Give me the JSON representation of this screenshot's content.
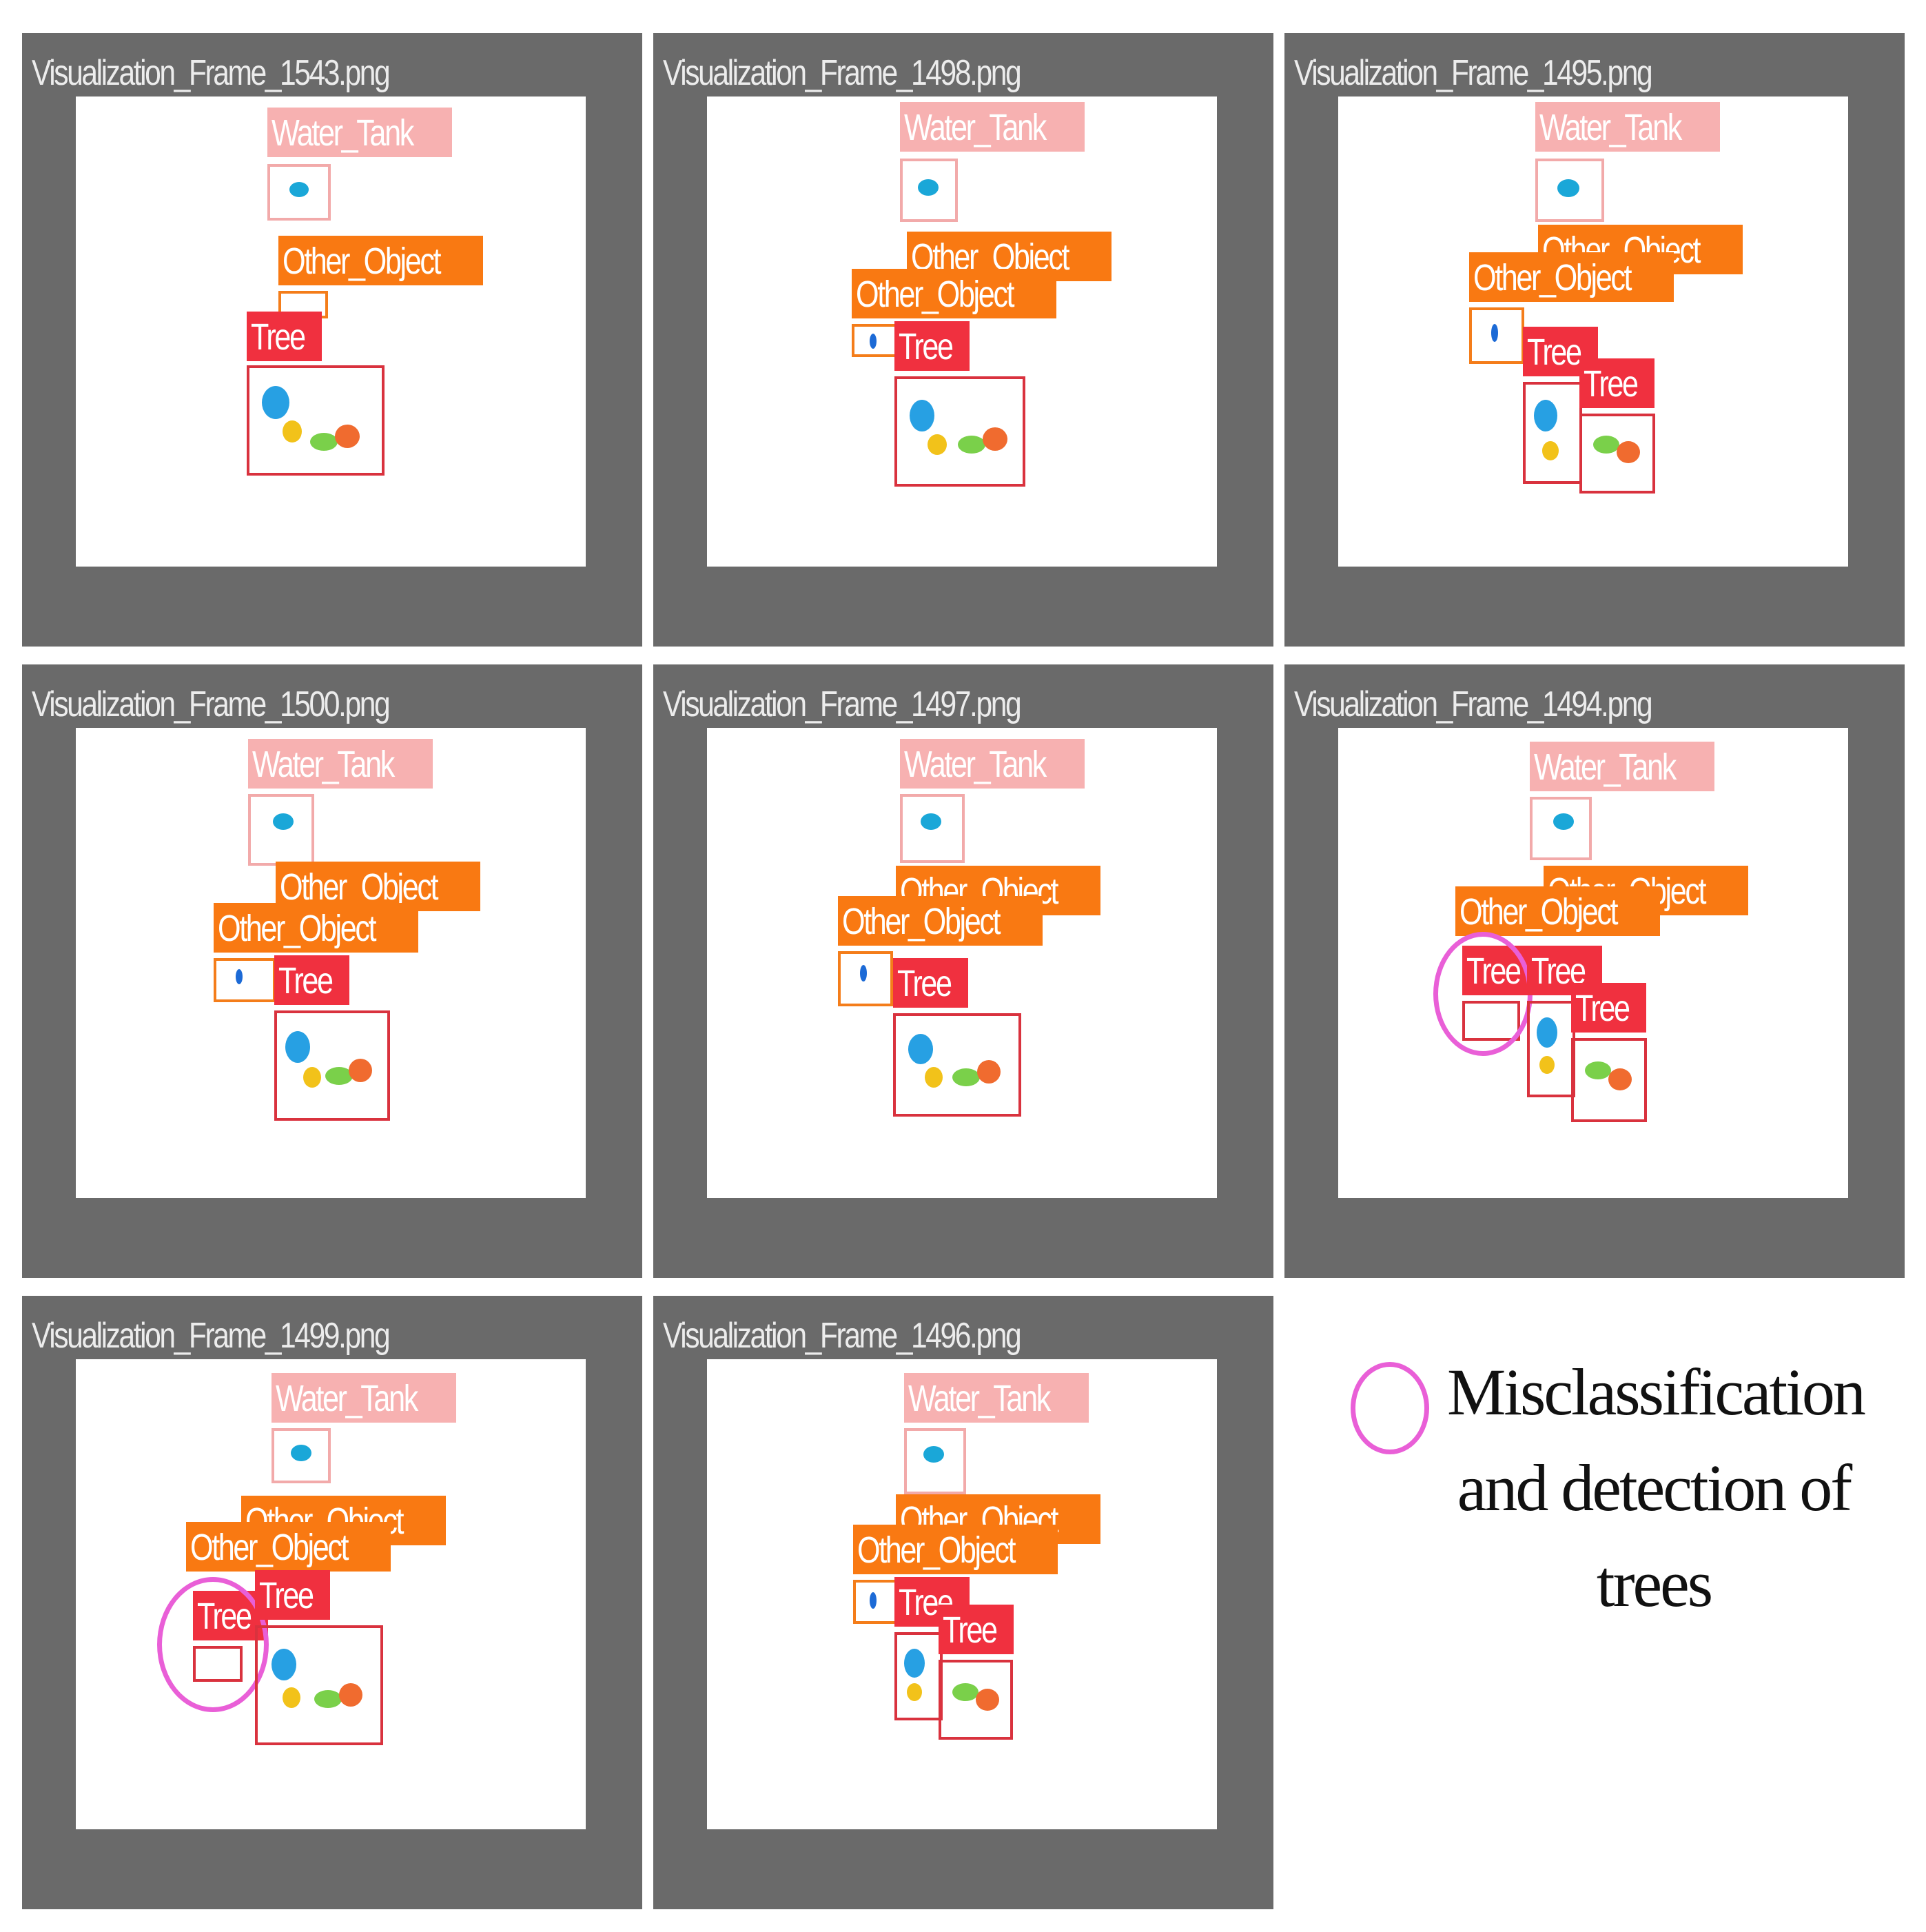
{
  "panels": [
    {
      "title": "Visualization_Frame_1543.png"
    },
    {
      "title": "Visualization_Frame_1498.png"
    },
    {
      "title": "Visualization_Frame_1495.png"
    },
    {
      "title": "Visualization_Frame_1500.png"
    },
    {
      "title": "Visualization_Frame_1497.png"
    },
    {
      "title": "Visualization_Frame_1494.png"
    },
    {
      "title": "Visualization_Frame_1499.png"
    },
    {
      "title": "Visualization_Frame_1496.png"
    }
  ],
  "labels": {
    "water_tank": "Water_Tank",
    "other_object": "Other_Object",
    "tree": "Tree"
  },
  "legend": {
    "text_line1": "Misclassification",
    "text_line2": "and detection of",
    "text_line3": "trees",
    "marker": "circle-marker"
  },
  "colors": {
    "panel_frame": "#6a6a6a",
    "water_tank": "#f7b1b1",
    "other_object": "#f97912",
    "tree": "#f0303f",
    "highlight_ring": "#e95fd7"
  }
}
